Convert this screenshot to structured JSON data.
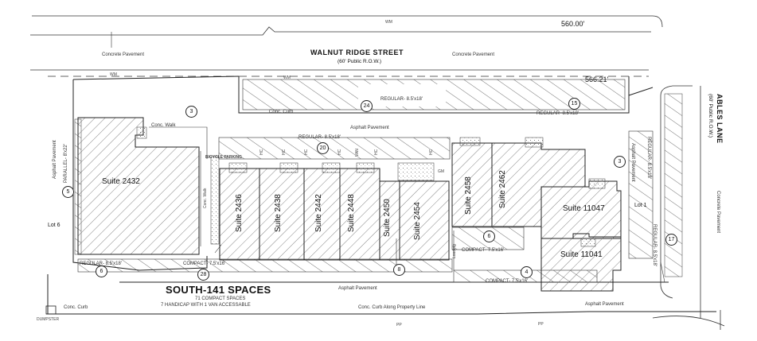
{
  "streets": {
    "walnut_name": "WALNUT RIDGE STREET",
    "walnut_row": "(60' Public R.O.W.)",
    "ables_name": "ABLES LANE",
    "ables_row": "(60' Public R.O.W.)"
  },
  "dimensions": {
    "top": "560.00'",
    "right": "566.21'"
  },
  "pavement": {
    "concrete_top_left": "Concrete Pavement",
    "concrete_top_right": "Concrete Pavement",
    "concrete_right": "Concrete Pavement",
    "asphalt_north": "Asphalt Pavement",
    "asphalt_left": "Asphalt Pavement",
    "asphalt_south": "Asphalt Pavement",
    "asphalt_se": "Asphalt Pavement",
    "asphalt_right": "Asphalt Pavement"
  },
  "lots": {
    "left": "Lot 6",
    "right": "Lot 1"
  },
  "parking_rows": {
    "north": "REGULAR- 8.5'x18'",
    "north_right": "REGULAR- 8.5'x18'",
    "center": "REGULAR- 8.5'x18'",
    "south_left": "REGULAR- 8.5'x18'",
    "compact_south": "COMPACT- 7.5'x16'",
    "compact_mid": "COMPACT- 7.5'x16'",
    "compact_se": "COMPACT- 7.5'x16'",
    "right_regular": "REGULAR- 8.5'x18'",
    "right_regular2": "REGULAR- 8.5'x18'",
    "parallel_left": "PARALLEL- 8'x22'"
  },
  "counts": [
    "3",
    "24",
    "15",
    "20",
    "5",
    "3",
    "6",
    "28",
    "8",
    "6",
    "4",
    "17"
  ],
  "suites": {
    "s2432": "Suite 2432",
    "s2436": "Suite 2436",
    "s2438": "Suite 2438",
    "s2442": "Suite 2442",
    "s2448": "Suite 2448",
    "s2450": "Suite 2450",
    "s2454": "Suite 2454",
    "s2458": "Suite 2458",
    "s2462": "Suite 2462",
    "s11047": "Suite 11047",
    "s11041": "Suite 11041"
  },
  "notes": {
    "conc_walk": "Conc. Walk",
    "conc_walk2": "Conc. Walk",
    "conc_curb": "Conc. Curb",
    "conc_curb_sw": "Conc. Curb",
    "conc_curb_property": "Conc. Curb Along Property Line",
    "bicycle": "BICYCLE PARKING",
    "loading": "Loading",
    "dumpster": "DUMPSTER",
    "hc": "HC",
    "van": "VAN",
    "wm": "WM",
    "gm": "GM",
    "pp": "PP"
  },
  "summary": {
    "title": "SOUTH-141 SPACES",
    "line1": "71 COMPACT SPACES",
    "line2": "7 HANDICAP WITH 1 VAN ACCESSABLE"
  },
  "colors": {
    "line": "#222222",
    "hatch": "#555555",
    "background": "#ffffff"
  }
}
